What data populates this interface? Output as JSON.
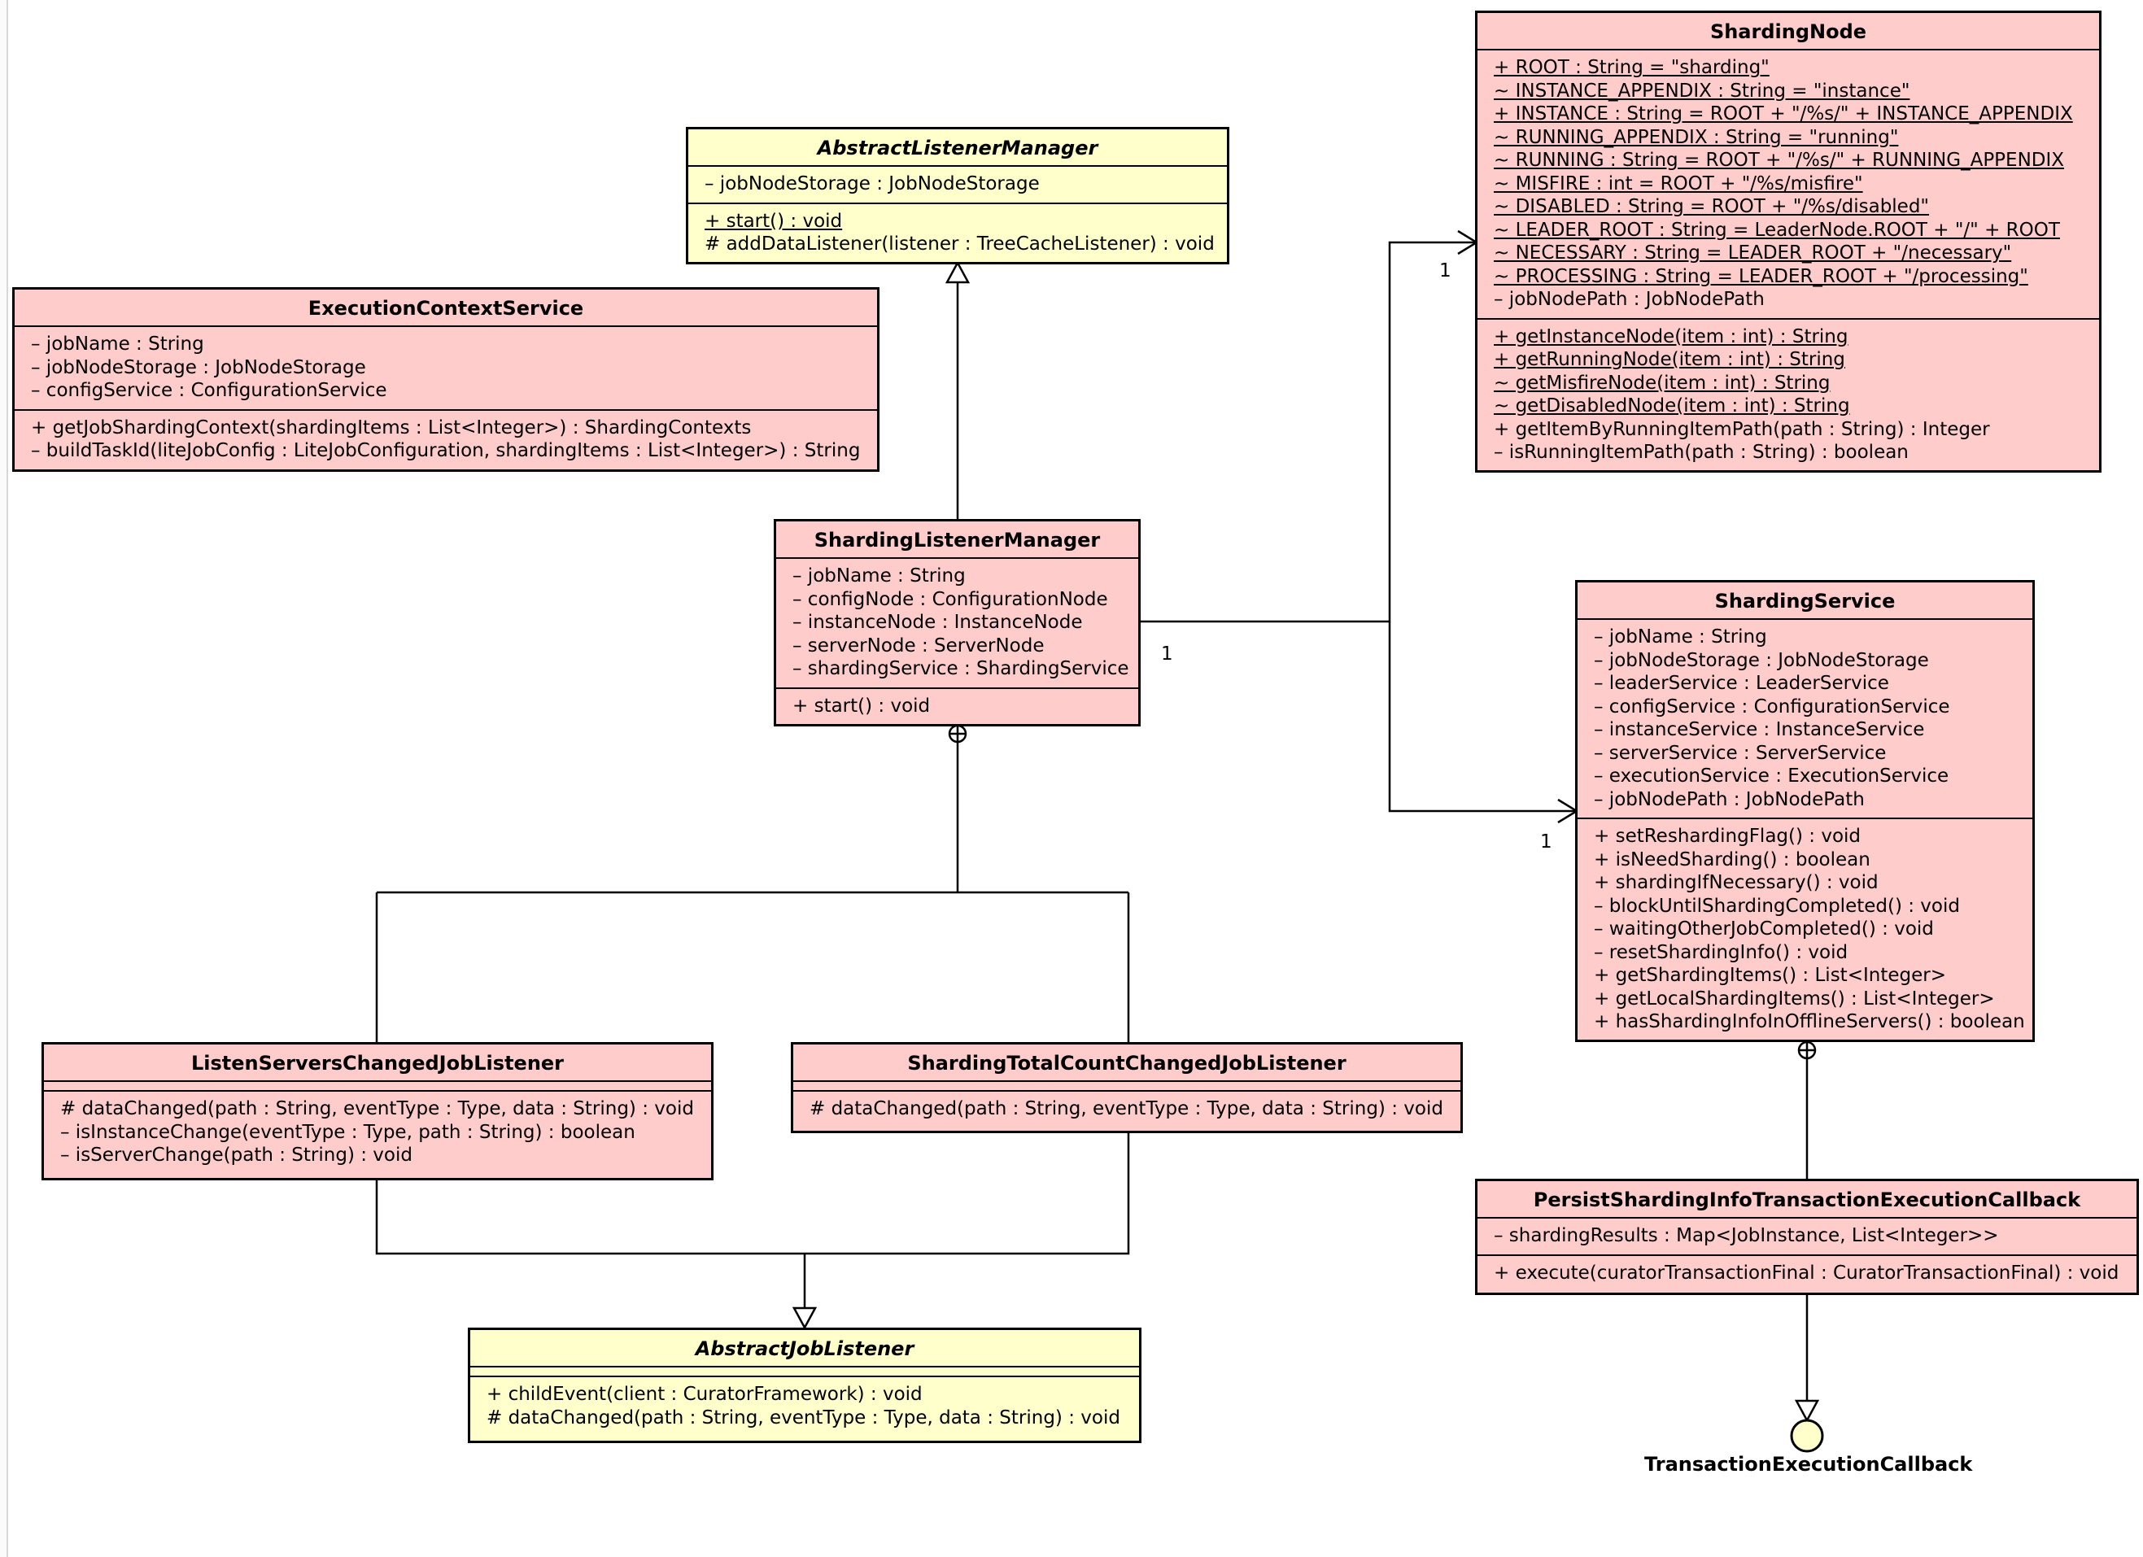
{
  "diagram": {
    "classes": {
      "abstract_listener_manager": {
        "name": "AbstractListenerManager",
        "attributes": [
          "– jobNodeStorage : JobNodeStorage"
        ],
        "operations": [
          "+ start() : void",
          "# addDataListener(listener : TreeCacheListener) : void"
        ]
      },
      "execution_context_service": {
        "name": "ExecutionContextService",
        "attributes": [
          "– jobName : String",
          "– jobNodeStorage : JobNodeStorage",
          "– configService : ConfigurationService"
        ],
        "operations": [
          "+ getJobShardingContext(shardingItems : List<Integer>) : ShardingContexts",
          "– buildTaskId(liteJobConfig : LiteJobConfiguration, shardingItems : List<Integer>) : String"
        ]
      },
      "sharding_node": {
        "name": "ShardingNode",
        "attributes": [
          "+ ROOT : String = \"sharding\"",
          "~ INSTANCE_APPENDIX : String = \"instance\"",
          "+ INSTANCE : String = ROOT + \"/%s/\" + INSTANCE_APPENDIX",
          "~ RUNNING_APPENDIX : String = \"running\"",
          "~ RUNNING : String = ROOT + \"/%s/\" + RUNNING_APPENDIX",
          "~ MISFIRE : int = ROOT + \"/%s/misfire\"",
          "~ DISABLED : String = ROOT + \"/%s/disabled\"",
          "~ LEADER_ROOT : String = LeaderNode.ROOT + \"/\" + ROOT",
          "~ NECESSARY : String = LEADER_ROOT + \"/necessary\"",
          "~ PROCESSING : String = LEADER_ROOT + \"/processing\"",
          "– jobNodePath : JobNodePath"
        ],
        "operations": [
          "+ getInstanceNode(item : int) : String",
          "+ getRunningNode(item : int) : String",
          "~ getMisfireNode(item : int) : String",
          "~ getDisabledNode(item : int) : String",
          "+ getItemByRunningItemPath(path : String) : Integer",
          "– isRunningItemPath(path : String) : boolean"
        ]
      },
      "sharding_listener_manager": {
        "name": "ShardingListenerManager",
        "attributes": [
          "– jobName : String",
          "– configNode : ConfigurationNode",
          "– instanceNode : InstanceNode",
          "– serverNode : ServerNode",
          "– shardingService : ShardingService"
        ],
        "operations": [
          "+ start() : void"
        ]
      },
      "sharding_service": {
        "name": "ShardingService",
        "attributes": [
          "– jobName : String",
          "– jobNodeStorage : JobNodeStorage",
          "– leaderService : LeaderService",
          "– configService : ConfigurationService",
          "– instanceService : InstanceService",
          "– serverService : ServerService",
          "– executionService : ExecutionService",
          "– jobNodePath : JobNodePath"
        ],
        "operations": [
          "+ setReshardingFlag() : void",
          "+ isNeedSharding() : boolean",
          "+ shardingIfNecessary() : void",
          "– blockUntilShardingCompleted() : void",
          "– waitingOtherJobCompleted() : void",
          "– resetShardingInfo() : void",
          "+ getShardingItems() : List<Integer>",
          "+ getLocalShardingItems() : List<Integer>",
          "+ hasShardingInfoInOfflineServers() : boolean"
        ]
      },
      "listen_servers_changed_job_listener": {
        "name": "ListenServersChangedJobListener",
        "operations": [
          "# dataChanged(path : String, eventType : Type, data : String) : void",
          "– isInstanceChange(eventType : Type, path : String) : boolean",
          "– isServerChange(path : String) : void"
        ]
      },
      "sharding_total_count_changed_job_listener": {
        "name": "ShardingTotalCountChangedJobListener",
        "operations": [
          "# dataChanged(path : String, eventType : Type, data : String) : void"
        ]
      },
      "persist_sharding_info_callback": {
        "name": "PersistShardingInfoTransactionExecutionCallback",
        "attributes": [
          "– shardingResults : Map<JobInstance, List<Integer>>"
        ],
        "operations": [
          "+ execute(curatorTransactionFinal : CuratorTransactionFinal) : void"
        ]
      },
      "abstract_job_listener": {
        "name": "AbstractJobListener",
        "operations": [
          "+ childEvent(client : CuratorFramework) : void",
          "# dataChanged(path : String, eventType : Type, data : String) : void"
        ]
      }
    },
    "interface": {
      "name": "TransactionExecutionCallback"
    },
    "multiplicities": {
      "to_sharding_node": "1",
      "from_sharding_listener_manager": "1",
      "to_sharding_service": "1"
    },
    "colors": {
      "class_fill": "#ffcccc",
      "abstract_fill": "#ffffcc",
      "interface_fill": "#ffffcc",
      "line": "#000000"
    }
  }
}
